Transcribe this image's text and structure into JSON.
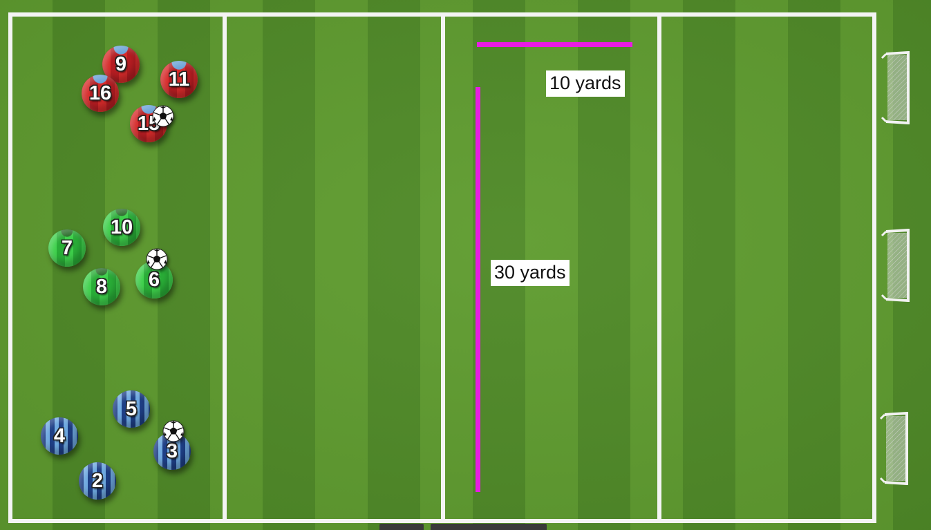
{
  "diagram": {
    "labels": {
      "width_label": "10 yards",
      "length_label": "30 yards"
    },
    "teams": {
      "red": {
        "color": "#d62b2b",
        "players": [
          "9",
          "11",
          "16",
          "15"
        ]
      },
      "green": {
        "color": "#33c040",
        "players": [
          "10",
          "7",
          "8",
          "6"
        ]
      },
      "blue": {
        "color": "#3a6fb8",
        "players": [
          "5",
          "4",
          "3",
          "2"
        ]
      }
    },
    "colors": {
      "grass_light": "#5f9c2f",
      "grass_dark": "#4f8a27",
      "lines": "#f4f4f4",
      "measurement": "#e81ce3"
    },
    "icons": [
      "soccer-ball-icon",
      "goal-icon"
    ]
  }
}
